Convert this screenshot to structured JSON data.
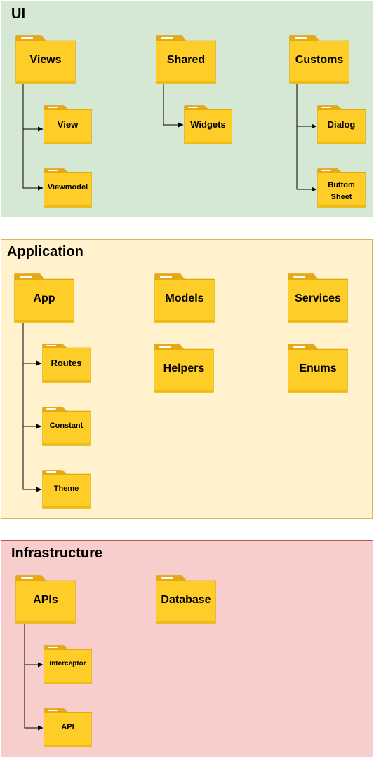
{
  "groups": {
    "ui": {
      "title": "UI"
    },
    "application": {
      "title": "Application"
    },
    "infrastructure": {
      "title": "Infrastructure"
    }
  },
  "folders": {
    "views": "Views",
    "view": "View",
    "viewmodel": "Viewmodel",
    "shared": "Shared",
    "widgets": "Widgets",
    "customs": "Customs",
    "dialog": "Dialog",
    "bottom_sheet": "Buttom Sheet",
    "app": "App",
    "routes": "Routes",
    "constant": "Constant",
    "theme": "Theme",
    "models": "Models",
    "services": "Services",
    "helpers": "Helpers",
    "enums": "Enums",
    "apis": "APIs",
    "interceptor": "Interceptor",
    "api": "API",
    "database": "Database"
  },
  "colors": {
    "folder_body": "#ffcd28",
    "folder_tab": "#e6a817",
    "folder_stroke": "#d79b00",
    "ui_fill": "#d5e8d4",
    "app_fill": "#fff2cc",
    "infra_fill": "#f8cecc"
  }
}
